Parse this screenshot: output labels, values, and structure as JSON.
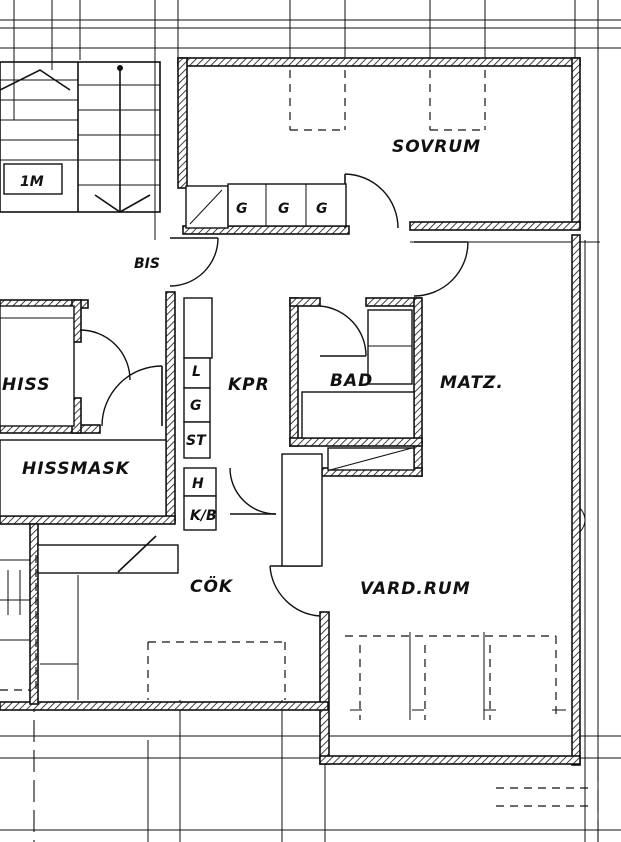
{
  "rooms": {
    "soverum": "SOVRUM",
    "matz": "MATZ.",
    "bad": "BAD",
    "kpr": "KPR",
    "vardrum": "VARD.RUM",
    "kok": "CÖK",
    "hiss": "HISS",
    "hissmask": "HISSMASK",
    "bis": "BIS"
  },
  "fixtures": {
    "wardrobe_1": "G",
    "wardrobe_2": "G",
    "wardrobe_3": "G",
    "kpr_l": "L",
    "kpr_g": "G",
    "kpr_st": "ST",
    "kpr_h": "H",
    "kpr_kb": "K/B",
    "stair_sign": "1M"
  }
}
